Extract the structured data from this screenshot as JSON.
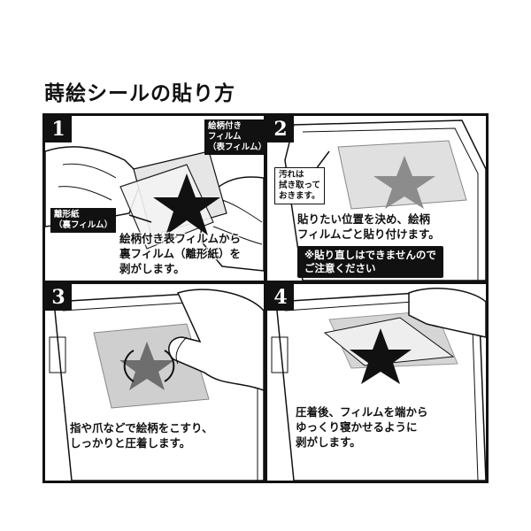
{
  "page_title": "蒔絵シールの貼り方",
  "steps": [
    {
      "number": "1",
      "text": "絵柄付き表フィルムから\n裏フィルム（離形紙）を\n剥がします。",
      "labels": {
        "front_film": "絵柄付き\nフィルム\n（表フィルム）",
        "back_film": "離形紙\n（裏フィルム）"
      }
    },
    {
      "number": "2",
      "text": "貼りたい位置を決め、絵柄\nフィルムごと貼り付けます。",
      "labels": {
        "dirt": "汚れは\n拭き取って\nおきます。"
      },
      "notice": "※貼り直しはできませんので\nご注意ください"
    },
    {
      "number": "3",
      "text": "指や爪などで絵柄をこすり、\nしっかりと圧着します。"
    },
    {
      "number": "4",
      "text": "圧着後、フィルムを端から\nゆっくり寝かせるように\n剥がします。"
    }
  ],
  "colors": {
    "ink": "#111111",
    "star": "#111111",
    "film": "#d8d8d8",
    "screen": "#bdbdbd"
  }
}
